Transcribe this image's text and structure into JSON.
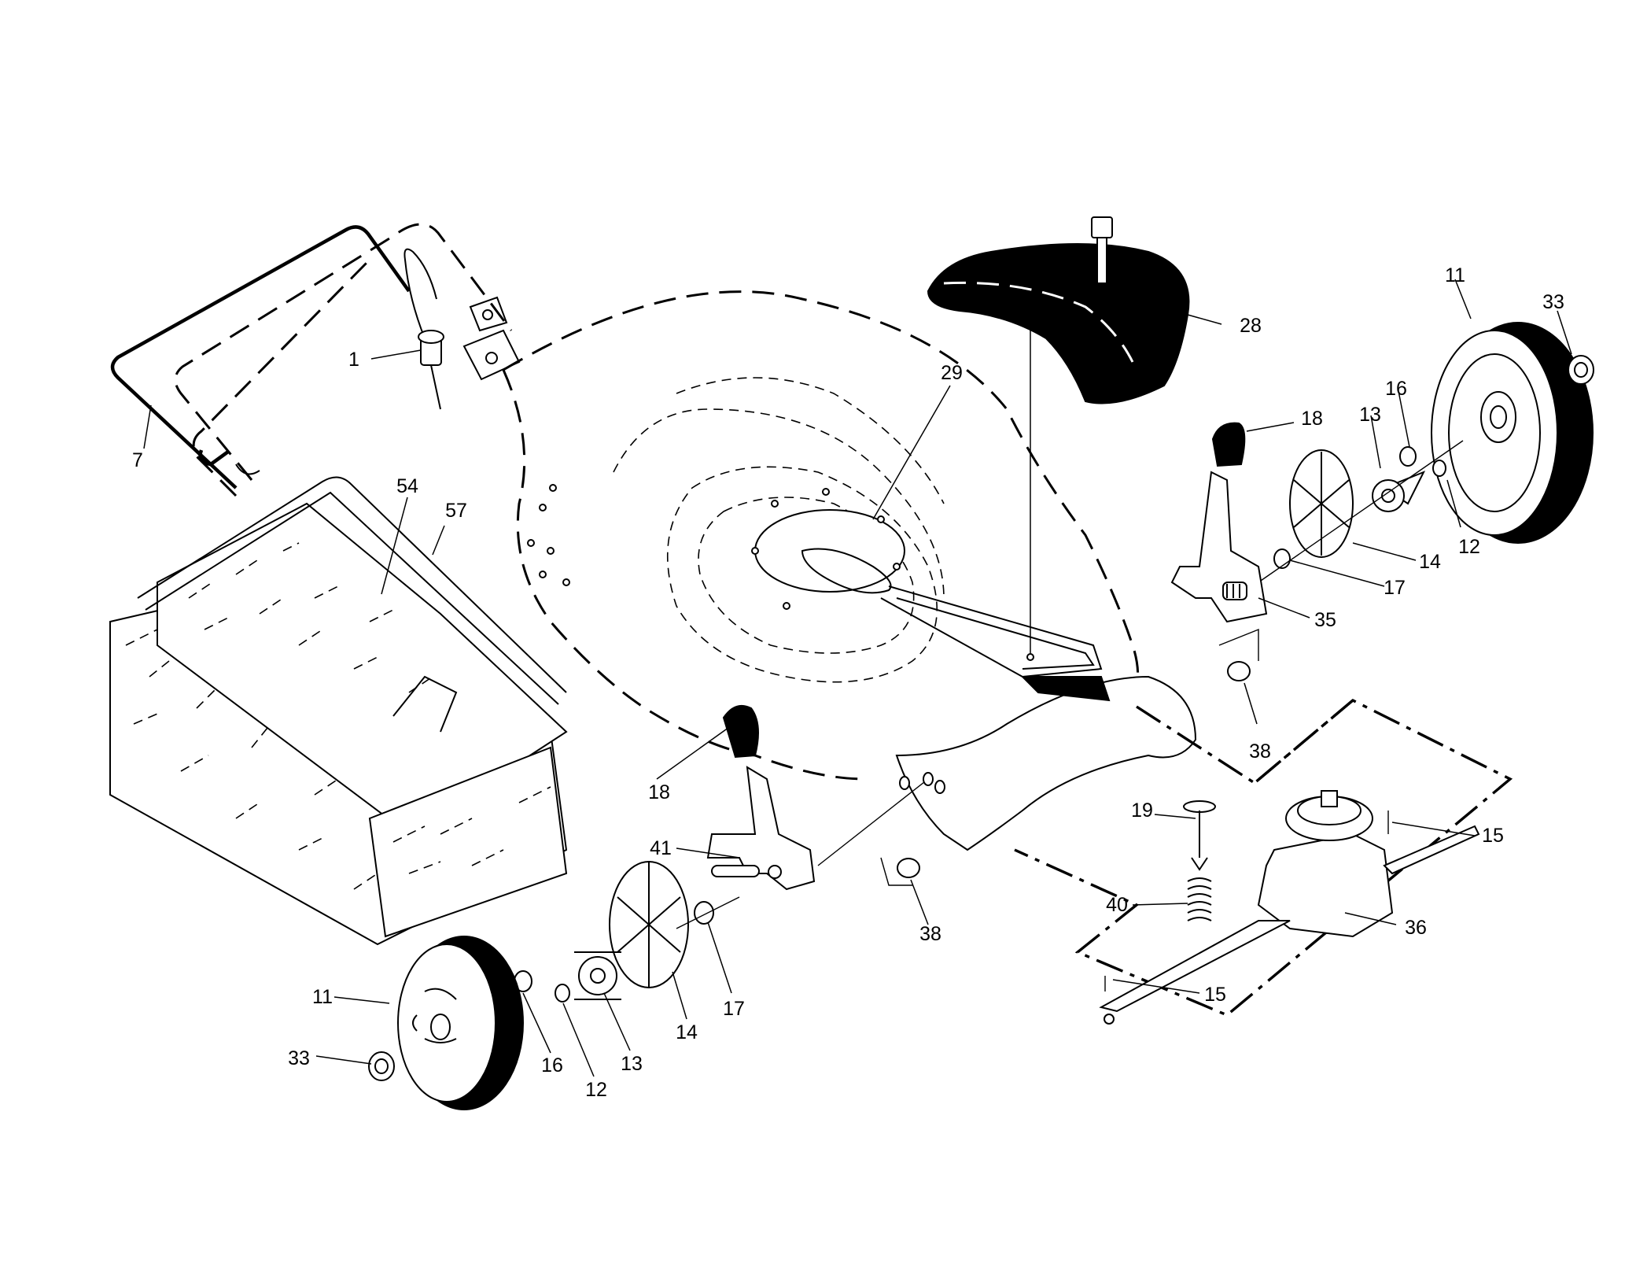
{
  "callouts": [
    {
      "id": "c1",
      "label": "1"
    },
    {
      "id": "c7",
      "label": "7"
    },
    {
      "id": "c54",
      "label": "54"
    },
    {
      "id": "c57",
      "label": "57"
    },
    {
      "id": "c29",
      "label": "29"
    },
    {
      "id": "c28",
      "label": "28"
    },
    {
      "id": "c11a",
      "label": "11"
    },
    {
      "id": "c33a",
      "label": "33"
    },
    {
      "id": "c16a",
      "label": "16"
    },
    {
      "id": "c13a",
      "label": "13"
    },
    {
      "id": "c18a",
      "label": "18"
    },
    {
      "id": "c12a",
      "label": "12"
    },
    {
      "id": "c14a",
      "label": "14"
    },
    {
      "id": "c17a",
      "label": "17"
    },
    {
      "id": "c35",
      "label": "35"
    },
    {
      "id": "c38a",
      "label": "38"
    },
    {
      "id": "c18b",
      "label": "18"
    },
    {
      "id": "c19",
      "label": "19"
    },
    {
      "id": "c15a",
      "label": "15"
    },
    {
      "id": "c41",
      "label": "41"
    },
    {
      "id": "c40",
      "label": "40"
    },
    {
      "id": "c38b",
      "label": "38"
    },
    {
      "id": "c36",
      "label": "36"
    },
    {
      "id": "c17b",
      "label": "17"
    },
    {
      "id": "c11b",
      "label": "11"
    },
    {
      "id": "c15b",
      "label": "15"
    },
    {
      "id": "c33b",
      "label": "33"
    },
    {
      "id": "c14b",
      "label": "14"
    },
    {
      "id": "c16b",
      "label": "16"
    },
    {
      "id": "c12b",
      "label": "12"
    },
    {
      "id": "c13b",
      "label": "13"
    }
  ]
}
